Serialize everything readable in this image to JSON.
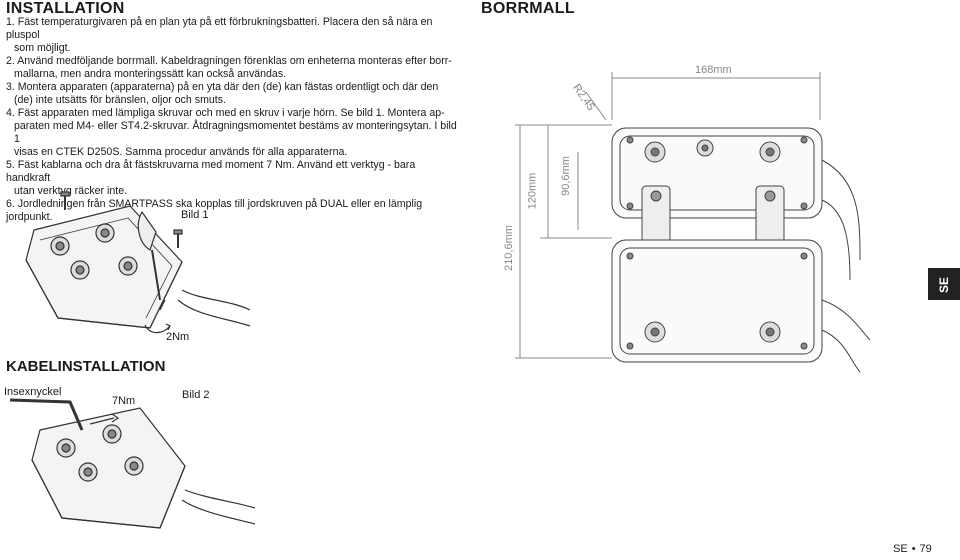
{
  "sections": {
    "installation_title": "INSTALLATION",
    "kabel_title": "KABELINSTALLATION",
    "borrmall_title": "BORRMALL"
  },
  "steps": [
    "1. Fäst temperaturgivaren på en plan yta på ett förbrukningsbatteri. Placera den så nära en pluspol",
    "som möjligt.",
    "2. Använd medföljande borrmall. Kabeldragningen förenklas om enheterna monteras efter borr-",
    "mallarna, men andra monteringssätt kan också användas.",
    "3. Montera apparaten (apparaterna) på en yta där den (de) kan fästas ordentligt och där den",
    "(de) inte utsätts för bränslen, oljor och smuts.",
    "4. Fäst apparaten med lämpliga skruvar och med en skruv i varje hörn. Se bild 1. Montera ap-",
    "paraten med M4- eller ST4.2-skruvar. Åtdragningsmomentet bestäms av monteringsytan. I bild 1",
    "visas en CTEK D250S. Samma procedur används för alla apparaterna.",
    "5. Fäst kablarna och dra åt fästskruvarna med moment 7 Nm. Använd ett verktyg - bara handkraft",
    "utan verktyg räcker inte.",
    "6. Jordledningen från SMARTPASS ska kopplas till jordskruven på DUAL eller en lämplig jordpunkt."
  ],
  "figures": {
    "bild1": "Bild 1",
    "bild1_torque": "2Nm",
    "bild2": "Bild 2",
    "bild2_tool": "Insexnyckel",
    "bild2_torque": "7Nm"
  },
  "dimensions": {
    "width": "168mm",
    "radius": "R2,45",
    "d120": "120mm",
    "d90": "90,6mm",
    "d210": "210,6mm"
  },
  "side_tab": "SE",
  "footer": {
    "lang": "SE",
    "page": "79"
  }
}
